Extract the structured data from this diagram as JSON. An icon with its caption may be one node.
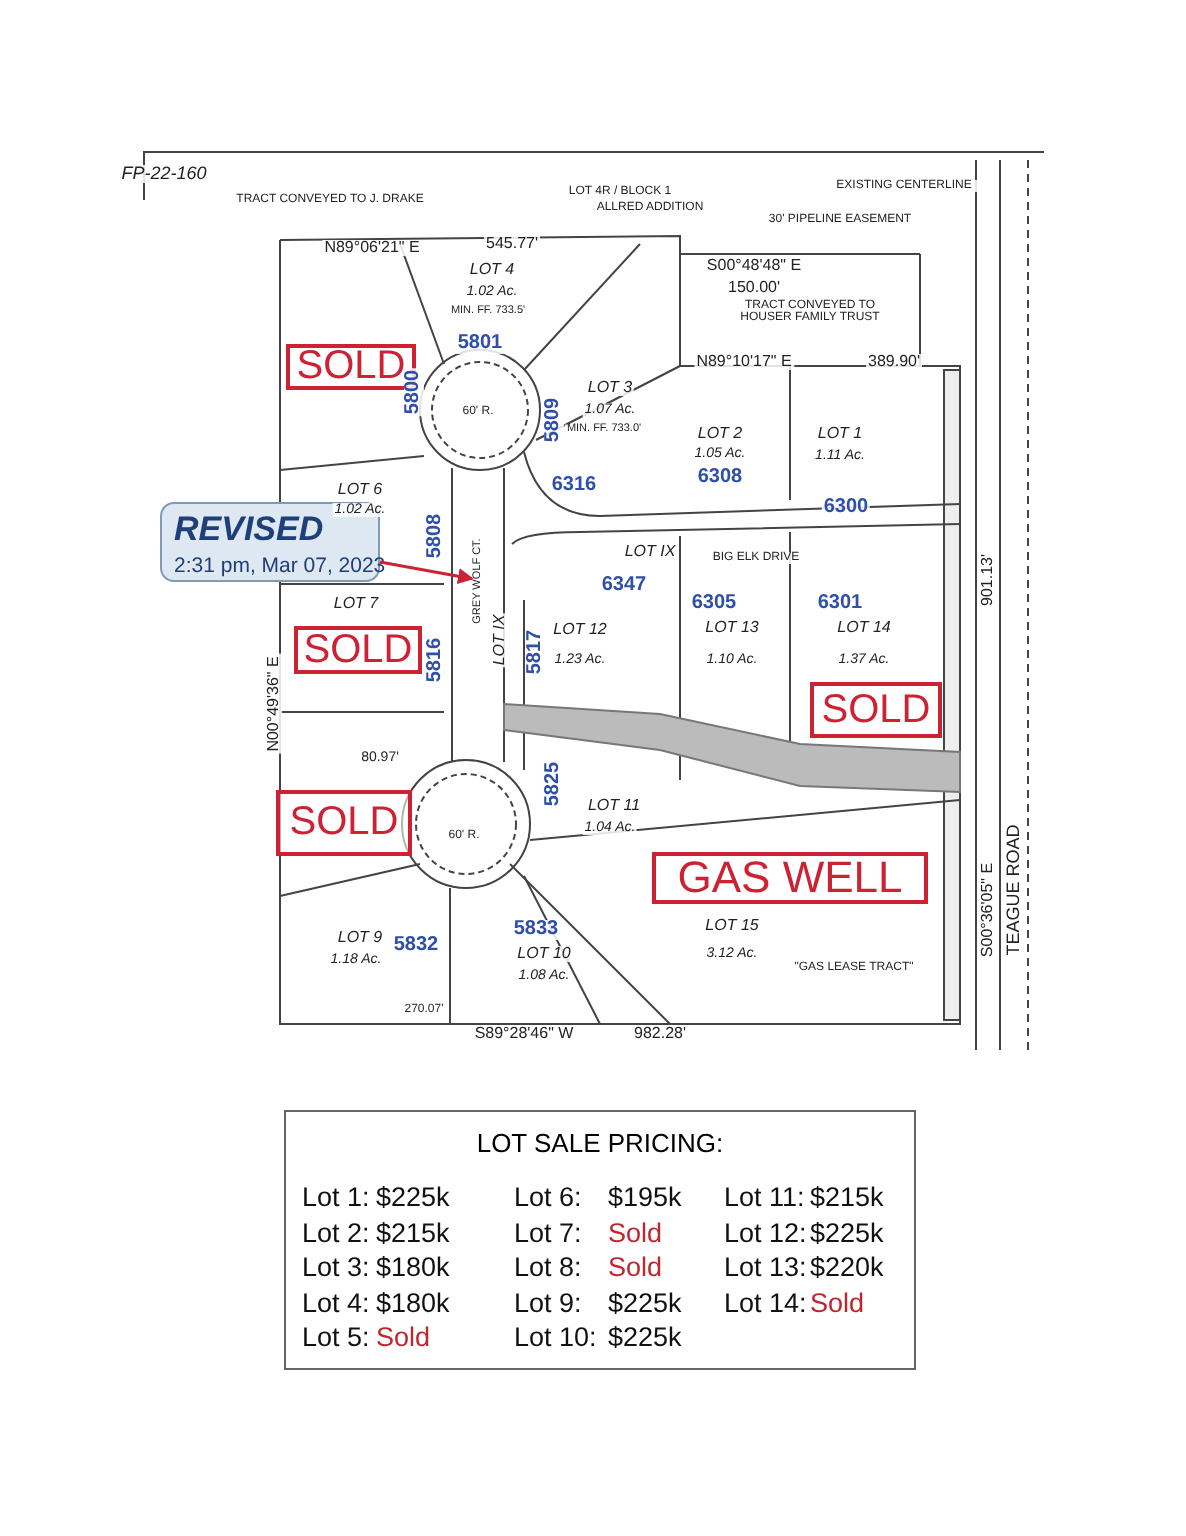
{
  "diagram": {
    "nodes": [
      {
        "text": [
          "REVISED",
          "2:31 pm, Mar 07, 2023"
        ]
      },
      {
        "text": [
          "SOLD"
        ]
      },
      {
        "text": [
          "SOLD"
        ]
      },
      {
        "text": [
          "SOLD"
        ]
      },
      {
        "text": [
          "SOLD"
        ]
      },
      {
        "text": [
          "GAS WELL"
        ]
      },
      {
        "text": [
          "LOT SALE PRICING:"
        ]
      },
      {
        "text": [
          "GREY WOLF CT."
        ]
      }
    ],
    "edges": [
      {
        "from": 0,
        "to": 7,
        "arrow": "to"
      }
    ],
    "labels": [
      "FP-22-160",
      "TRACT CONVEYED TO J. DRAKE",
      "LOT 4R / BLOCK 1",
      "ALLRED ADDITION",
      "EXISTING CENTERLINE",
      "30' PIPELINE EASEMENT",
      "N89°06'21\" E",
      "545.77'",
      "S00°48'48\" E",
      "150.00'",
      "TRACT CONVEYED TO HOUSER FAMILY TRUST",
      "N89°10'17\" E",
      "389.90'",
      "LOT 4",
      "1.02 Ac.",
      "MIN. FF. 733.5'",
      "5801",
      "5800",
      "60' R.",
      "LOT 3",
      "1.07 Ac.",
      "MIN. FF. 733.0'",
      "5809",
      "LOT 2",
      "1.05 Ac.",
      "6308",
      "LOT 1",
      "1.11 Ac.",
      "LOT 6",
      "6316",
      "1.02 Ac.",
      "6300",
      "5808",
      "LOT IX",
      "BIG ELK DRIVE",
      "LOT 7",
      "6347",
      "6305",
      "6301",
      "5816",
      "LOT IX",
      "5817",
      "LOT 12",
      "1.23 Ac.",
      "LOT 13",
      "1.10 Ac.",
      "LOT 14",
      "1.37 Ac.",
      "N00°49'36\" E",
      "80.97'",
      "5825",
      "LOT 11",
      "1.04 Ac.",
      "60' R.",
      "LOT 9",
      "1.18 Ac.",
      "5832",
      "5833",
      "LOT 10",
      "1.08 Ac.",
      "LOT 15",
      "3.12 Ac.",
      "\"GAS LEASE TRACT\"",
      "901.13'",
      "S00°36'05\" E",
      "TEAGUE ROAD",
      "270.07'",
      "S89°28'46\" W",
      "982.28'",
      "Lot 1:",
      "$225k",
      "Lot 6:",
      "$195k",
      "Lot 11:",
      "$215k",
      "Lot 2:",
      "$215k",
      "Lot 7:",
      "Sold",
      "Lot 12:",
      "$225k",
      "Lot 3:",
      "$180k",
      "Lot 8:",
      "Sold",
      "Lot 13:",
      "$220k",
      "Lot 4:",
      "$180k",
      "Lot 9:",
      "$225k",
      "Lot 14:",
      "Sold",
      "Lot 5:",
      "Sold",
      "Lot 10:",
      "$225k"
    ]
  }
}
